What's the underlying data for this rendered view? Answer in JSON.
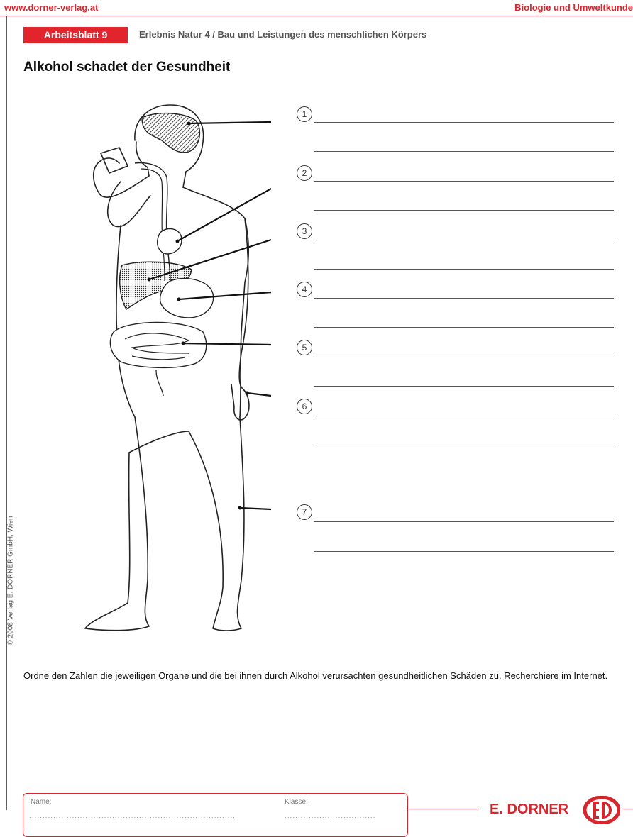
{
  "header": {
    "url": "www.dorner-verlag.at",
    "subject": "Biologie und Umweltkunde"
  },
  "badge": "Arbeitsblatt 9",
  "subtitle": "Erlebnis Natur 4 / Bau und Leistungen des menschlichen Körpers",
  "title": "Alkohol schadet der Gesundheit",
  "figure": {
    "label_numbers": [
      "1",
      "2",
      "3",
      "4",
      "5",
      "6",
      "7"
    ]
  },
  "instruction": "Ordne den Zahlen die jeweiligen Organe und die bei ihnen durch Alkohol verursachten gesundheitlichen Schäden zu. Recherchiere im Internet.",
  "copyright": "© 2008 Verlag E. DORNER GmbH, Wien",
  "footer": {
    "name_label": "Name:",
    "class_label": "Klasse:",
    "brand": "E. DORNER"
  },
  "colors": {
    "accent": "#e2252c",
    "text": "#111111"
  }
}
